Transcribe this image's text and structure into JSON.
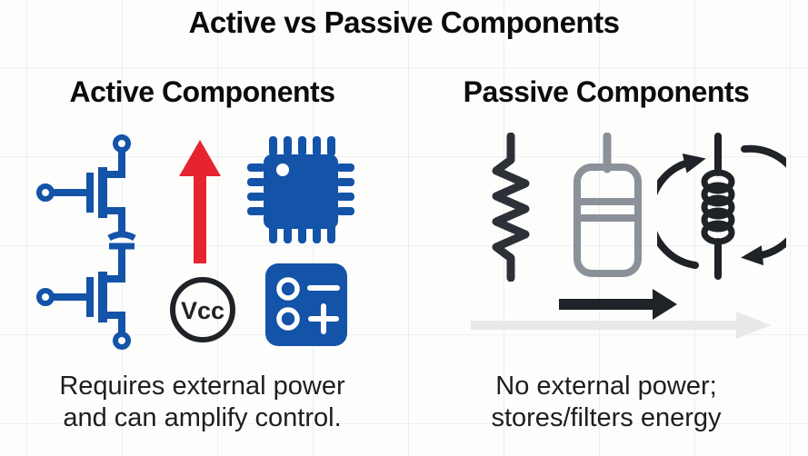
{
  "title": "Active vs Passive Components",
  "colors": {
    "blue": "#1353a8",
    "red": "#e5242f",
    "dark": "#2d3137",
    "black": "#1f2226",
    "gray": "#8a9199",
    "light_gray": "#e7e9e9",
    "text": "#1e1e1e"
  },
  "active": {
    "heading": "Active Components",
    "caption_line1": "Requires external power",
    "caption_line2": "and can amplify control.",
    "vcc_label": "Vcc",
    "icons": [
      "mosfet-pair-icon",
      "up-arrow-icon",
      "microchip-icon",
      "vcc-supply-icon",
      "opamp-icon"
    ]
  },
  "passive": {
    "heading": "Passive Components",
    "caption_line1": "No external power;",
    "caption_line2": "stores/filters energy",
    "icons": [
      "resistor-icon",
      "capacitor-icon",
      "inductor-ac-icon",
      "current-arrow-icon",
      "signal-arrow-icon"
    ]
  }
}
